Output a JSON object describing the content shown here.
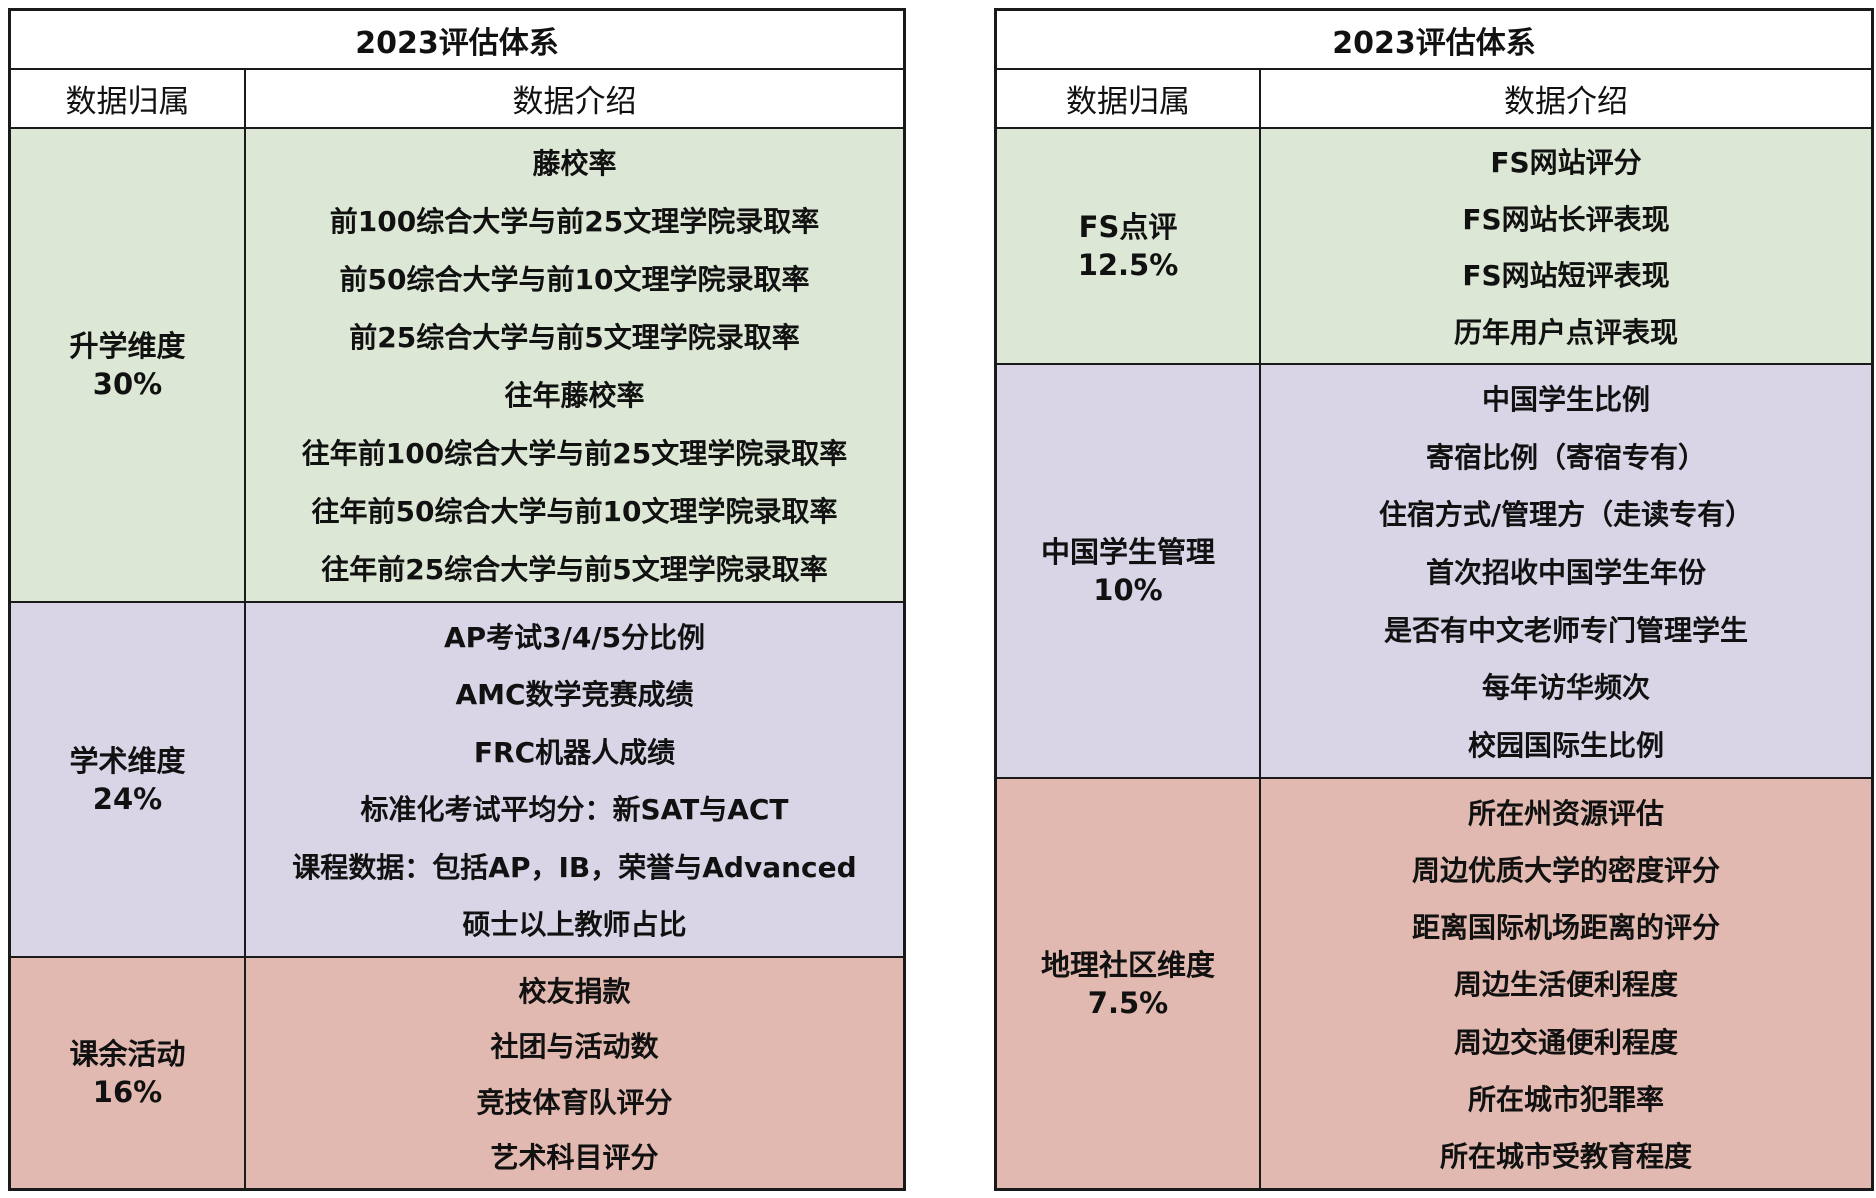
{
  "colors": {
    "green": "#dce8d5",
    "purple": "#d9d5e7",
    "red": "#e1b9b0",
    "border": "#1a1a1a"
  },
  "left": {
    "title": "2023评估体系",
    "col1_header": "数据归属",
    "col2_header": "数据介绍",
    "sections": [
      {
        "name": "升学维度",
        "weight": "30%",
        "color": "green",
        "items": [
          "藤校率",
          "前100综合大学与前25文理学院录取率",
          "前50综合大学与前10文理学院录取率",
          "前25综合大学与前5文理学院录取率",
          "往年藤校率",
          "往年前100综合大学与前25文理学院录取率",
          "往年前50综合大学与前10文理学院录取率",
          "往年前25综合大学与前5文理学院录取率"
        ]
      },
      {
        "name": "学术维度",
        "weight": "24%",
        "color": "purple",
        "items": [
          "AP考试3/4/5分比例",
          "AMC数学竞赛成绩",
          "FRC机器人成绩",
          "标准化考试平均分：新SAT与ACT",
          "课程数据：包括AP，IB，荣誉与Advanced",
          "硕士以上教师占比"
        ]
      },
      {
        "name": "课余活动",
        "weight": "16%",
        "color": "red",
        "items": [
          "校友捐款",
          "社团与活动数",
          "竞技体育队评分",
          "艺术科目评分"
        ]
      }
    ]
  },
  "right": {
    "title": "2023评估体系",
    "col1_header": "数据归属",
    "col2_header": "数据介绍",
    "sections": [
      {
        "name": "FS点评",
        "weight": "12.5%",
        "color": "green",
        "items": [
          "FS网站评分",
          "FS网站长评表现",
          "FS网站短评表现",
          "历年用户点评表现"
        ]
      },
      {
        "name": "中国学生管理",
        "weight": "10%",
        "color": "purple",
        "items": [
          "中国学生比例",
          "寄宿比例（寄宿专有）",
          "住宿方式/管理方（走读专有）",
          "首次招收中国学生年份",
          "是否有中文老师专门管理学生",
          "每年访华频次",
          "校园国际生比例"
        ]
      },
      {
        "name": "地理社区维度",
        "weight": "7.5%",
        "color": "red",
        "items": [
          "所在州资源评估",
          "周边优质大学的密度评分",
          "距离国际机场距离的评分",
          "周边生活便利程度",
          "周边交通便利程度",
          "所在城市犯罪率",
          "所在城市受教育程度"
        ]
      }
    ]
  }
}
